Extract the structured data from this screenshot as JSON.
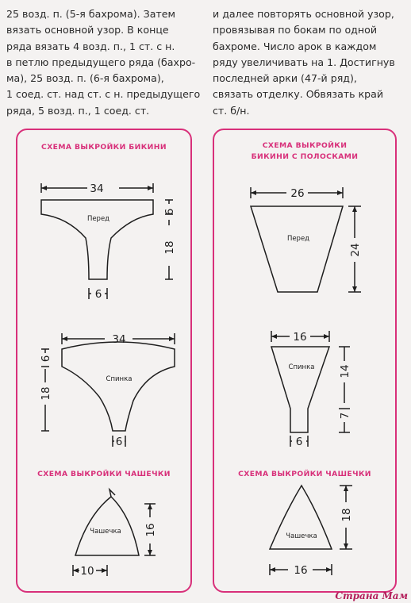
{
  "left_text": [
    "25 возд. п. (5-я бахрома). Затем",
    "вязать основной узор. В конце",
    "ряда вязать 4 возд. п., 1 ст. с н.",
    "в петлю предыдущего ряда (бахро-",
    "ма), 25 возд. п. (6-я бахрома),",
    "1 соед. ст. над ст. с н. предыдущего",
    "ряда, 5 возд. п., 1 соед. ст."
  ],
  "right_text": [
    "и далее повторять основной узор,",
    "провязывая по бокам по одной",
    "бахроме. Число арок в каждом",
    "ряду увеличивать на 1. Достигнув",
    "последней арки (47-й ряд),",
    "связать отделку. Обвязать край",
    "ст. б/н."
  ],
  "left_panel": {
    "title": "СХЕМА ВЫКРОЙКИ БИКИНИ",
    "cup_title": "СХЕМА ВЫКРОЙКИ ЧАШЕЧКИ",
    "front": {
      "label": "Перед",
      "top": "34",
      "side_top": "6",
      "side": "18",
      "bottom": "6"
    },
    "back": {
      "label": "Спинка",
      "top": "34",
      "side_top": "6",
      "side": "18",
      "bottom": "6"
    },
    "cup": {
      "label": "Чашечка",
      "side": "16",
      "bottom": "10"
    }
  },
  "right_panel": {
    "title_line1": "СХЕМА ВЫКРОЙКИ",
    "title_line2": "БИКИНИ С ПОЛОСКАМИ",
    "cup_title": "СХЕМА ВЫКРОЙКИ ЧАШЕЧКИ",
    "front": {
      "label": "Перед",
      "top": "26",
      "side": "24"
    },
    "back": {
      "label": "Спинка",
      "top": "16",
      "side_top": "14",
      "side": "7",
      "bottom": "6"
    },
    "cup": {
      "label": "Чашечка",
      "side": "18",
      "bottom": "16"
    }
  },
  "watermark": "Страна Мам"
}
